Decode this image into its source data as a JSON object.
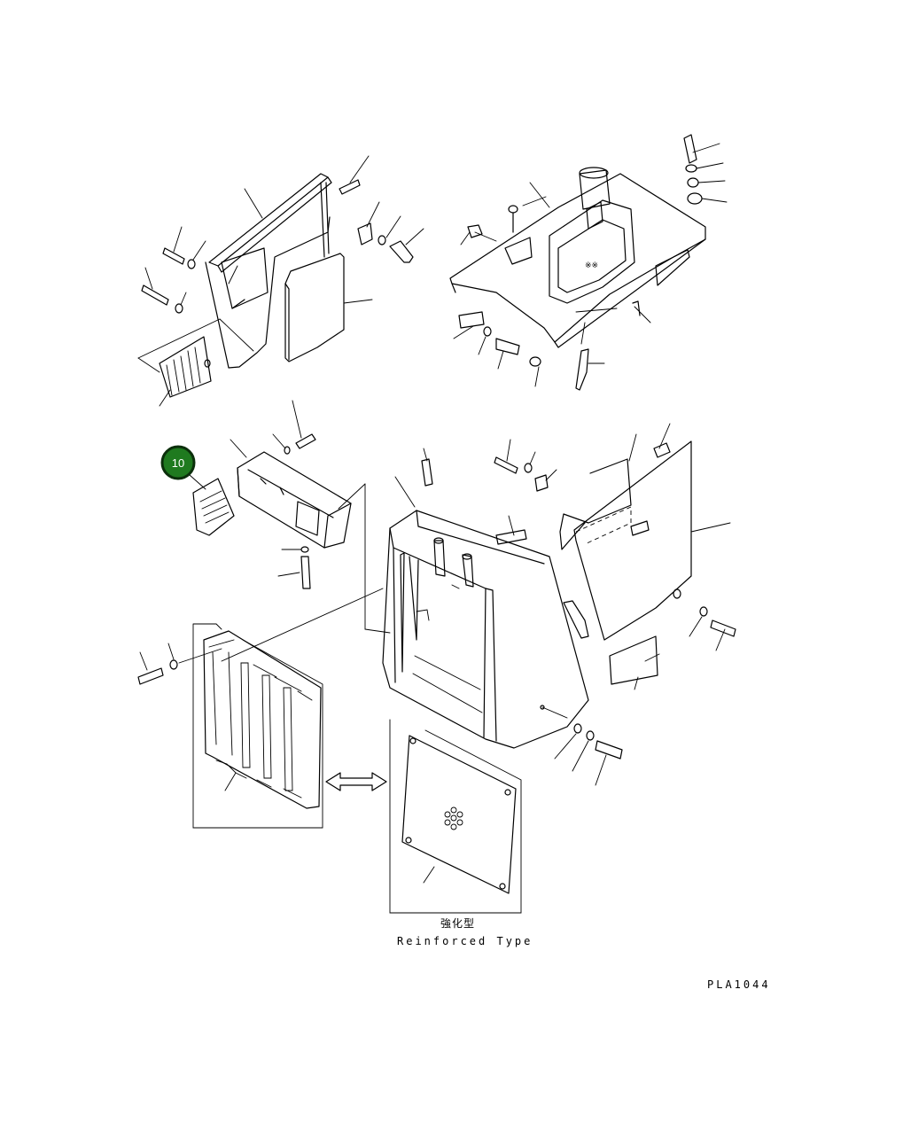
{
  "diagram": {
    "drawing_code": "PLA1044",
    "reinforced_label_jp": "強化型",
    "reinforced_label_en": "Reinforced Type",
    "callouts": [
      {
        "id": "callout-10",
        "label": "10",
        "color": "#1f7a1f"
      }
    ]
  }
}
